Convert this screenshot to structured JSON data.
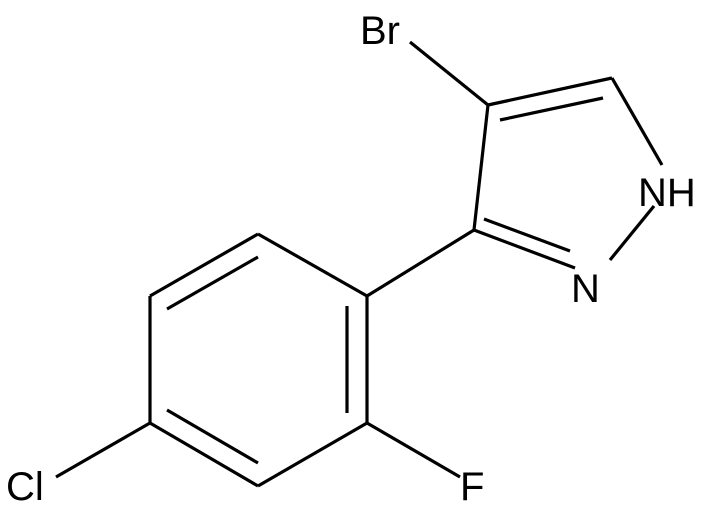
{
  "molecule": {
    "atoms": {
      "bromine": "Br",
      "nh": "NH",
      "nitrogen": "N",
      "chlorine": "Cl",
      "fluorine": "F"
    }
  }
}
